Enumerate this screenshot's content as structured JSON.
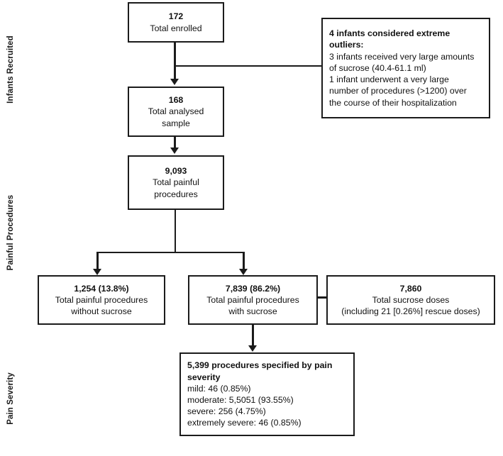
{
  "figure": {
    "type": "flowchart",
    "stage_labels": [
      {
        "name": "infants-recruited",
        "text": "Infants Recruited"
      },
      {
        "name": "painful-procedures",
        "text": "Painful Procedures"
      },
      {
        "name": "pain-severity",
        "text": "Pain Severity"
      }
    ],
    "nodes": {
      "enrolled": {
        "lines": [
          {
            "text": "172",
            "bold": true
          },
          {
            "text": "Total enrolled",
            "bold": false
          }
        ]
      },
      "outliers": {
        "lines": [
          {
            "text": "4 infants considered extreme",
            "bold": true
          },
          {
            "text": "outliers:",
            "bold": true
          },
          {
            "text": "3 infants received very large amounts",
            "bold": false
          },
          {
            "text": "of sucrose (40.4-61.1 ml)",
            "bold": false
          },
          {
            "text": "1 infant underwent a very large",
            "bold": false
          },
          {
            "text": "number of procedures (>1200) over",
            "bold": false
          },
          {
            "text": "the course of their hospitalization",
            "bold": false
          }
        ]
      },
      "analysed": {
        "lines": [
          {
            "text": "168",
            "bold": true
          },
          {
            "text": "Total analysed",
            "bold": false
          },
          {
            "text": "sample",
            "bold": false
          }
        ]
      },
      "total_procedures": {
        "lines": [
          {
            "text": "9,093",
            "bold": true
          },
          {
            "text": "Total painful",
            "bold": false
          },
          {
            "text": "procedures",
            "bold": false
          }
        ]
      },
      "without_sucrose": {
        "lines": [
          {
            "text": "1,254 (13.8%)",
            "bold": true
          },
          {
            "text": "Total painful procedures",
            "bold": false
          },
          {
            "text": "without sucrose",
            "bold": false
          }
        ]
      },
      "with_sucrose": {
        "lines": [
          {
            "text": "7,839 (86.2%)",
            "bold": true
          },
          {
            "text": "Total painful procedures",
            "bold": false
          },
          {
            "text": "with sucrose",
            "bold": false
          }
        ]
      },
      "sucrose_doses": {
        "lines": [
          {
            "text": "7,860",
            "bold": true
          },
          {
            "text": "Total sucrose doses",
            "bold": false
          },
          {
            "text": "(including 21 [0.26%] rescue doses)",
            "bold": false
          }
        ]
      },
      "pain_severity": {
        "lines": [
          {
            "text": "5,399 procedures specified by pain",
            "bold": true
          },
          {
            "text": "severity",
            "bold": true
          },
          {
            "text": "mild: 46 (0.85%)",
            "bold": false
          },
          {
            "text": "moderate: 5,5051 (93.55%)",
            "bold": false
          },
          {
            "text": "severe: 256 (4.75%)",
            "bold": false
          },
          {
            "text": "extremely severe: 46 (0.85%)",
            "bold": false
          }
        ]
      }
    },
    "colors": {
      "stroke": "#1b1b1b",
      "text": "#111111",
      "background": "#ffffff"
    }
  }
}
